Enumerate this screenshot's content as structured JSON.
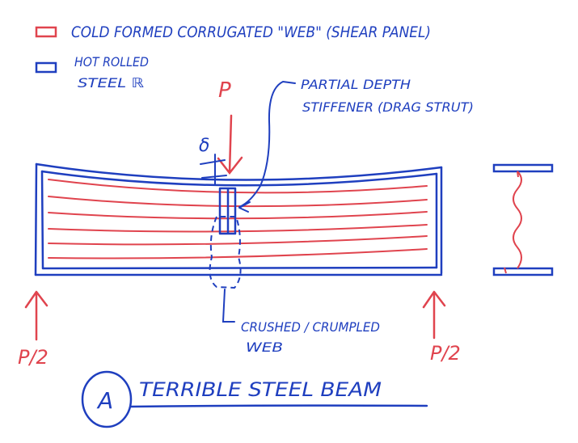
{
  "legend": {
    "red_label": "COLD FORMED CORRUGATED \"WEB\" (SHEAR PANEL)",
    "blue_label_line1": "HOT ROLLED",
    "blue_label_line2": "STEEL ℝ"
  },
  "loads": {
    "top_load": "P",
    "deflection": "δ",
    "left_reaction": "P/2",
    "right_reaction": "P/2"
  },
  "callouts": {
    "stiffener_line1": "PARTIAL DEPTH",
    "stiffener_line2": "STIFFENER (DRAG STRUT)",
    "crushed_line1": "CRUSHED / CRUMPLED",
    "crushed_line2": "WEB"
  },
  "title": {
    "circle_letter": "A",
    "text": "TERRIBLE STEEL BEAM"
  },
  "colors": {
    "blue": "#1f3fbf",
    "red": "#e0444e"
  }
}
